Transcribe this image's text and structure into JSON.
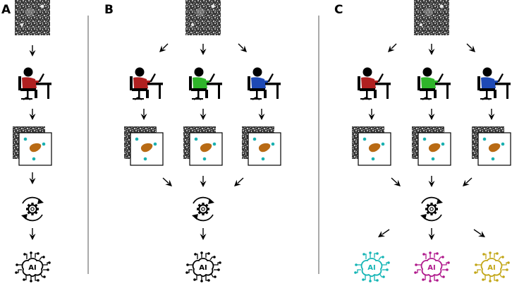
{
  "panels": [
    {
      "label": "A",
      "annotator_colors": [
        "#b02020"
      ],
      "model_colors": [
        "#000000"
      ]
    },
    {
      "label": "B",
      "annotator_colors": [
        "#b02020",
        "#2fb52a",
        "#1e49b5"
      ],
      "model_colors": [
        "#000000"
      ]
    },
    {
      "label": "C",
      "annotator_colors": [
        "#b02020",
        "#2fb52a",
        "#1e49b5"
      ],
      "model_colors": [
        "#14b5b5",
        "#b0198c",
        "#c2a617"
      ]
    }
  ],
  "model_icon_text": "AI",
  "icons": {
    "input_image": "microscopy-image-icon",
    "annotator": "annotator-at-computer-icon",
    "annotation": "annotated-image-stack-icon",
    "training": "training-gear-cycle-icon",
    "model": "ai-brain-circuit-icon",
    "flow": "arrow-down-icon"
  },
  "colors": {
    "dot": "#19b0b0",
    "blob": "#b86a14",
    "ink": "#000000",
    "divider": "#555555"
  }
}
